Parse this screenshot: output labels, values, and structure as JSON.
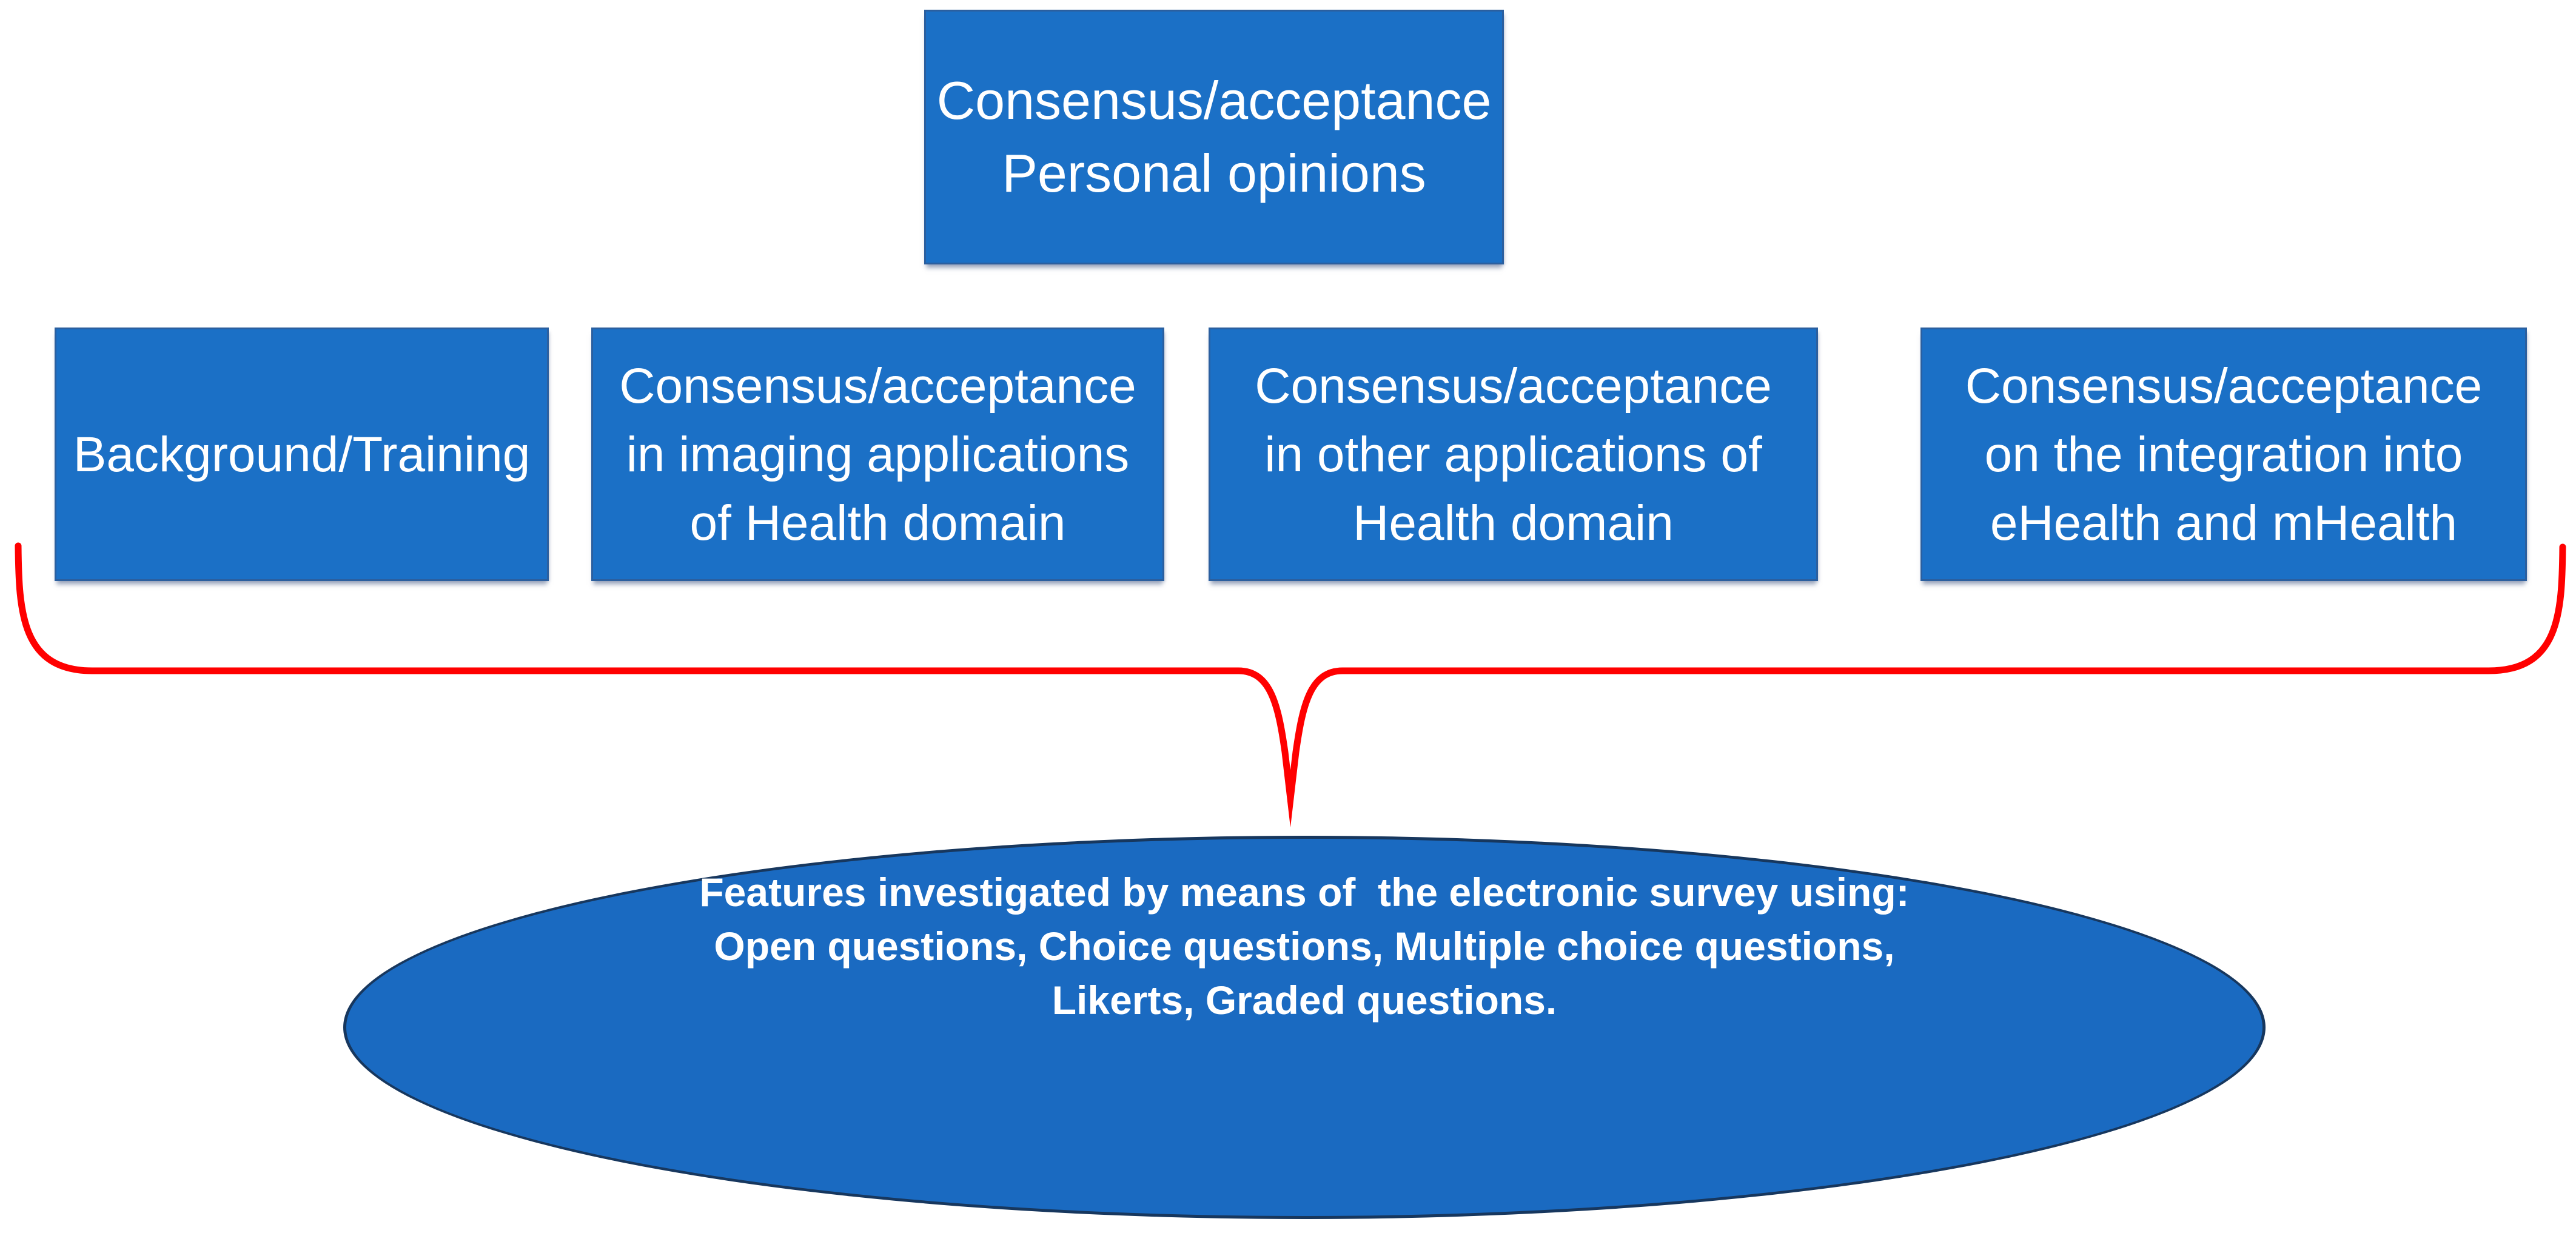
{
  "figure": {
    "description": "Survey structure diagram",
    "top_box": {
      "label": "Consensus/acceptance\nPersonal opinions"
    },
    "row_boxes": [
      {
        "label": "Background/Training"
      },
      {
        "label": "Consensus/acceptance\nin imaging applications\nof Health domain"
      },
      {
        "label": "Consensus/acceptance\nin other applications of\nHealth domain"
      },
      {
        "label": "Consensus/acceptance\non the integration into\neHealth and mHealth"
      }
    ],
    "ellipse": {
      "label": "Features investigated by means of  the electronic survey using:\nOpen questions, Choice questions, Multiple choice questions,\nLikerts, Graded questions."
    },
    "colors": {
      "box_fill": "#1B70C6",
      "box_border": "#2B5F9F",
      "ellipse_fill": "#1A6AC1",
      "ellipse_border": "#17375E",
      "brace": "#FF0000",
      "text": "#FFFFFF",
      "page_bg": "#FFFFFF"
    }
  }
}
